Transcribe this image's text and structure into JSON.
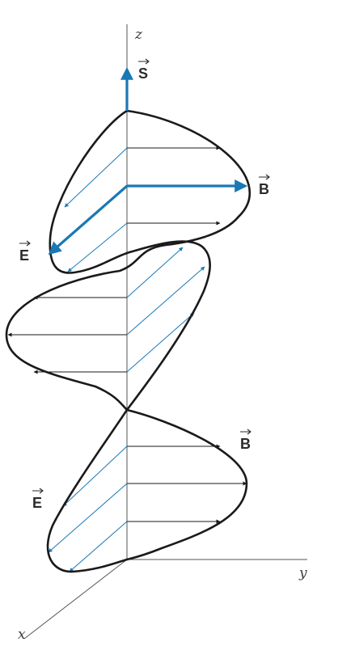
{
  "axes": {
    "z_label": "z",
    "y_label": "y",
    "x_label": "x"
  },
  "vectors": {
    "poynting_label": "S",
    "magnetic_label": "B",
    "electric_label": "E"
  },
  "colors": {
    "accent_blue": "#1a78b4",
    "field_black": "#1a1a1a",
    "axis_gray": "#555555"
  }
}
